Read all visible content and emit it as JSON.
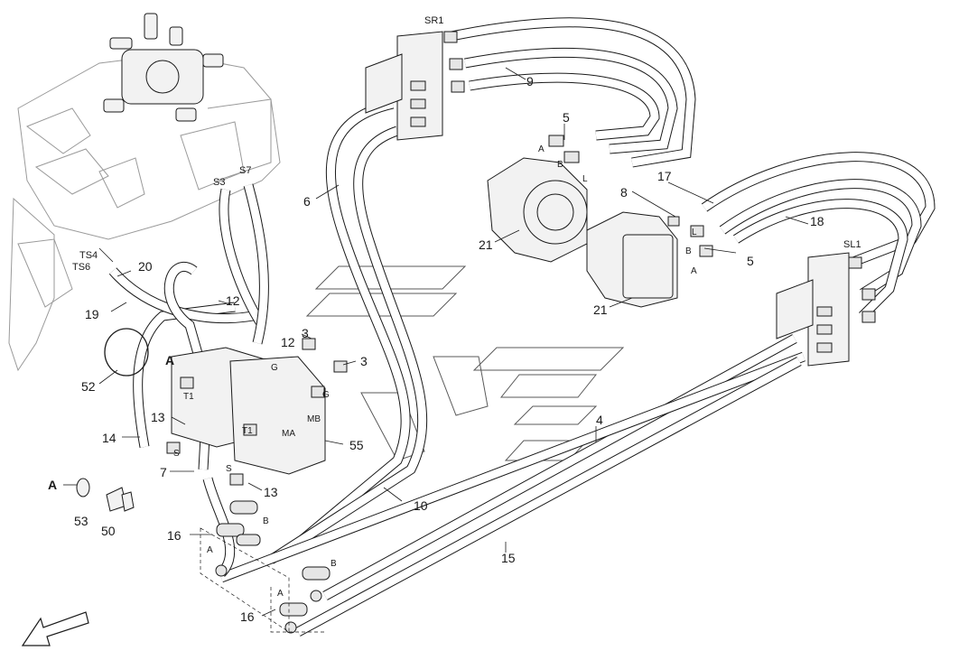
{
  "labels": {
    "c3": "3",
    "c4": "4",
    "c5": "5",
    "c6": "6",
    "c7": "7",
    "c8": "8",
    "c9": "9",
    "c10": "10",
    "c12": "12",
    "c13": "13",
    "c14": "14",
    "c15": "15",
    "c16": "16",
    "c17": "17",
    "c18": "18",
    "c19": "19",
    "c20": "20",
    "c21": "21",
    "c50": "50",
    "c52": "52",
    "c53": "53",
    "c55": "55",
    "sr1": "SR1",
    "sl1": "SL1",
    "s3": "S3",
    "s7": "S7",
    "ts4": "TS4",
    "ts6": "TS6",
    "a": "A",
    "b": "B",
    "l": "L",
    "s": "S",
    "g": "G",
    "t1": "T1",
    "ma": "MA",
    "mb": "MB",
    "detail_a": "A"
  },
  "colors": {
    "line": "#1a1a1a",
    "ghost": "#9a9a9a",
    "fill": "#f2f2f2"
  }
}
